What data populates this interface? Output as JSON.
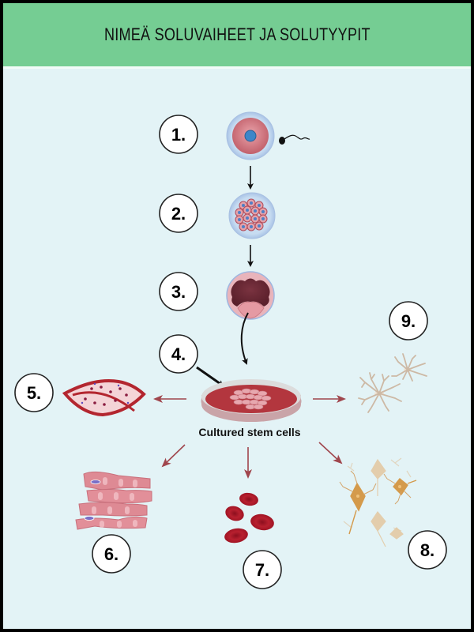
{
  "header": {
    "title": "NIMEÄ SOLUVAIHEET JA SOLUTYYPIT"
  },
  "labels": [
    {
      "id": 1,
      "text": "1.",
      "refers_to": "fertilized-egg"
    },
    {
      "id": 2,
      "text": "2.",
      "refers_to": "morula"
    },
    {
      "id": 3,
      "text": "3.",
      "refers_to": "blastocyst"
    },
    {
      "id": 4,
      "text": "4.",
      "refers_to": "inner-cell-mass-transfer"
    },
    {
      "id": 5,
      "text": "5.",
      "refers_to": "smooth-muscle-cells"
    },
    {
      "id": 6,
      "text": "6.",
      "refers_to": "heart-muscle-cells"
    },
    {
      "id": 7,
      "text": "7.",
      "refers_to": "red-blood-cells"
    },
    {
      "id": 8,
      "text": "8.",
      "refers_to": "nerve-cells"
    },
    {
      "id": 9,
      "text": "9.",
      "refers_to": "glial-cells"
    }
  ],
  "dish": {
    "caption": "Cultured stem cells"
  },
  "colors": {
    "header_bg": "#75cd93",
    "body_bg": "#e3f3f6",
    "arrow_dark": "#111111",
    "arrow_red": "#a0464d",
    "cell_pink": "#d9757f",
    "dish_red": "#b0363d",
    "neuron_gold": "#d49a4b",
    "glia_beige": "#cdb9a5"
  }
}
